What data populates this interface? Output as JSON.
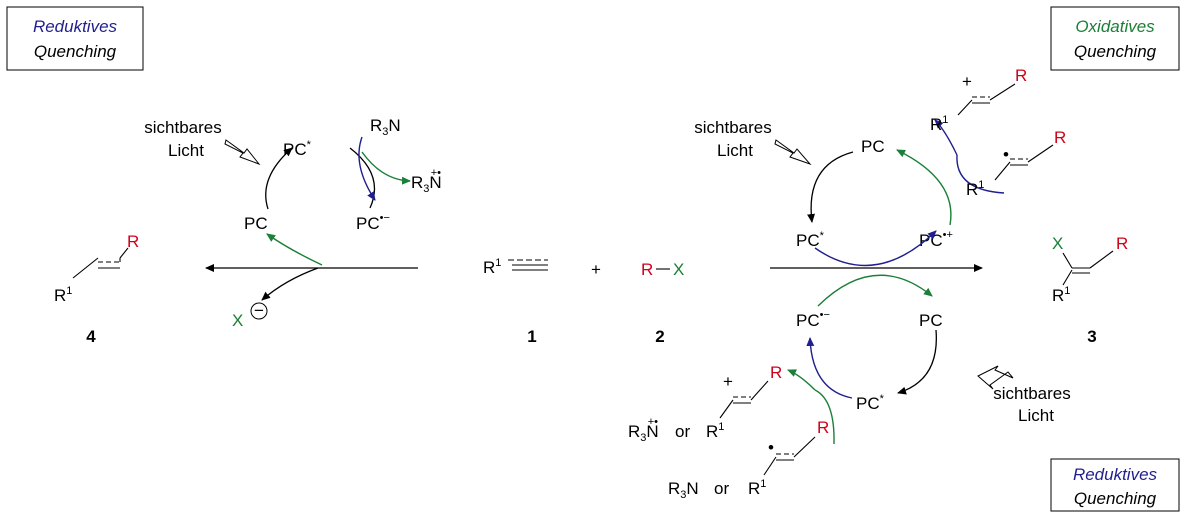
{
  "colors": {
    "red": "#d0021b",
    "green": "#1a7f37",
    "navy": "#1f1f8f",
    "black": "#000000"
  },
  "boxes": {
    "left": {
      "line1": "Reduktives",
      "line2": "Quenching"
    },
    "right_top": {
      "line1": "Oxidatives",
      "line2": "Quenching"
    },
    "right_bottom": {
      "line1": "Reduktives",
      "line2": "Quenching"
    }
  },
  "light": {
    "line1": "sichtbares",
    "line2": "Licht"
  },
  "species": {
    "PC": "PC",
    "PCstar": "PC",
    "star": "*",
    "rad_anion": "•−",
    "rad_cation": "•+",
    "R": "R",
    "R1": "R",
    "one": "1",
    "three": "3",
    "N": "N",
    "X": "X",
    "X_minus": "⊖",
    "dash": "−",
    "or": "or",
    "plus_sign": "+",
    "radical_dot": "•",
    "amine_charge": "+•"
  },
  "compounds": {
    "c1": "1",
    "c2": "2",
    "c3": "3",
    "c4": "4"
  }
}
